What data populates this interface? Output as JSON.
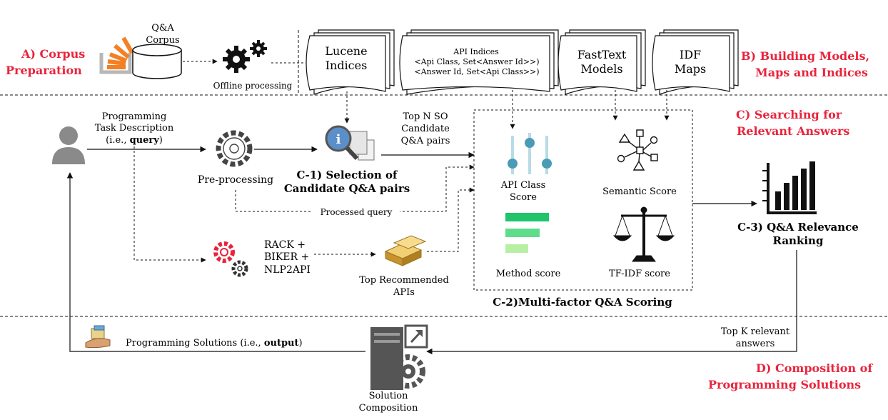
{
  "sections": {
    "a_line1": "A) Corpus",
    "a_line2": "Preparation",
    "b_line1": "B) Building Models,",
    "b_line2": "Maps and Indices",
    "c_line1": "C) Searching for",
    "c_line2": "Relevant Answers",
    "d_line1": "D) Composition of",
    "d_line2": "Programming Solutions"
  },
  "corpus": {
    "line1": "Q&A",
    "line2": "Corpus"
  },
  "offline": "Offline processing",
  "docs": {
    "lucene": {
      "line1": "Lucene",
      "line2": "Indices"
    },
    "api": {
      "line1": "API Indices",
      "line2": "<Api Class, Set<Answer Id>>)",
      "line3": "<Answer Id, Set<Api Class>>)"
    },
    "fasttext": {
      "line1": "FastText",
      "line2": "Models"
    },
    "idf": {
      "line1": "IDF",
      "line2": "Maps"
    }
  },
  "task": {
    "line1": "Programming",
    "line2": "Task Description",
    "line3_pre": "(i.e., ",
    "line3_bold": "query",
    "line3_post": ")"
  },
  "preprocessing": "Pre-processing",
  "c1": {
    "line1": "C-1) Selection of",
    "line2": "Candidate Q&A pairs"
  },
  "topn": {
    "line1": "Top N SO",
    "line2": "Candidate",
    "line3": "Q&A pairs"
  },
  "processed_query": "Processed query",
  "rack": {
    "line1": "RACK +",
    "line2": "BIKER +",
    "line3": "NLP2API"
  },
  "top_apis": {
    "line1": "Top Recommended",
    "line2": "APIs"
  },
  "scores": {
    "api_class_1": "API Class",
    "api_class_2": "Score",
    "semantic": "Semantic Score",
    "method": "Method score",
    "tfidf": "TF-IDF score"
  },
  "c2": "C-2)Multi-factor Q&A Scoring",
  "c3": {
    "line1": "C-3) Q&A Relevance",
    "line2": "Ranking"
  },
  "topk": {
    "line1": "Top K relevant",
    "line2": "answers"
  },
  "output": {
    "pre": "Programming Solutions (i.e., ",
    "bold": "output",
    "post": ")"
  },
  "solution": {
    "line1": "Solution",
    "line2": "Composition"
  },
  "colors": {
    "accent_red": "#e8243c",
    "teal": "#4a9bb5",
    "green_dark": "#1fc46b",
    "green_mid": "#5fdc8a",
    "green_light": "#b7f0a4",
    "gold": "#d9a441"
  }
}
